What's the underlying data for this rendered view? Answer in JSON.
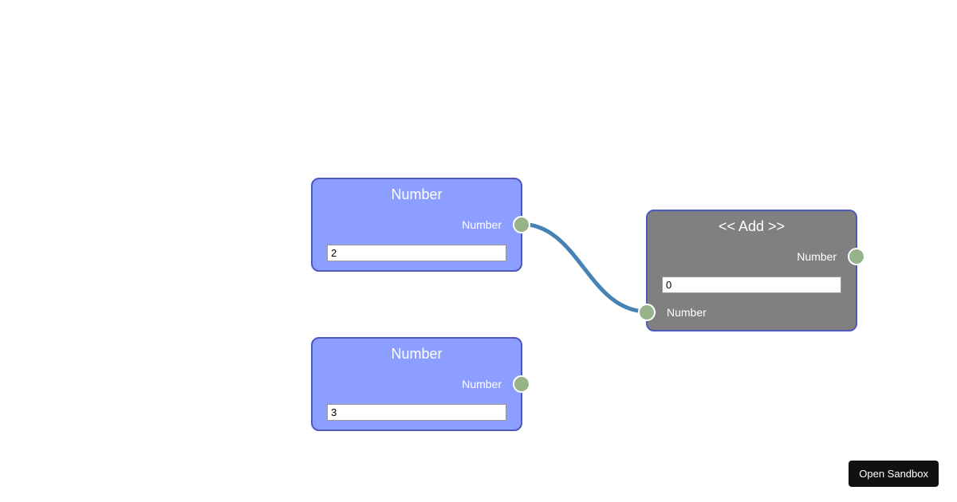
{
  "nodes": {
    "number_a": {
      "title": "Number",
      "output_label": "Number",
      "value": "2"
    },
    "number_b": {
      "title": "Number",
      "output_label": "Number",
      "value": "3"
    },
    "add": {
      "title": "<< Add >>",
      "output_label": "Number",
      "value": "0",
      "input_label": "Number"
    }
  },
  "sandbox_button_label": "Open Sandbox",
  "colors": {
    "number_node_bg": "#8c9eff",
    "add_node_bg": "#808080",
    "node_border": "#4e58bf",
    "socket": "#96b38a",
    "connection": "#4682b4"
  }
}
